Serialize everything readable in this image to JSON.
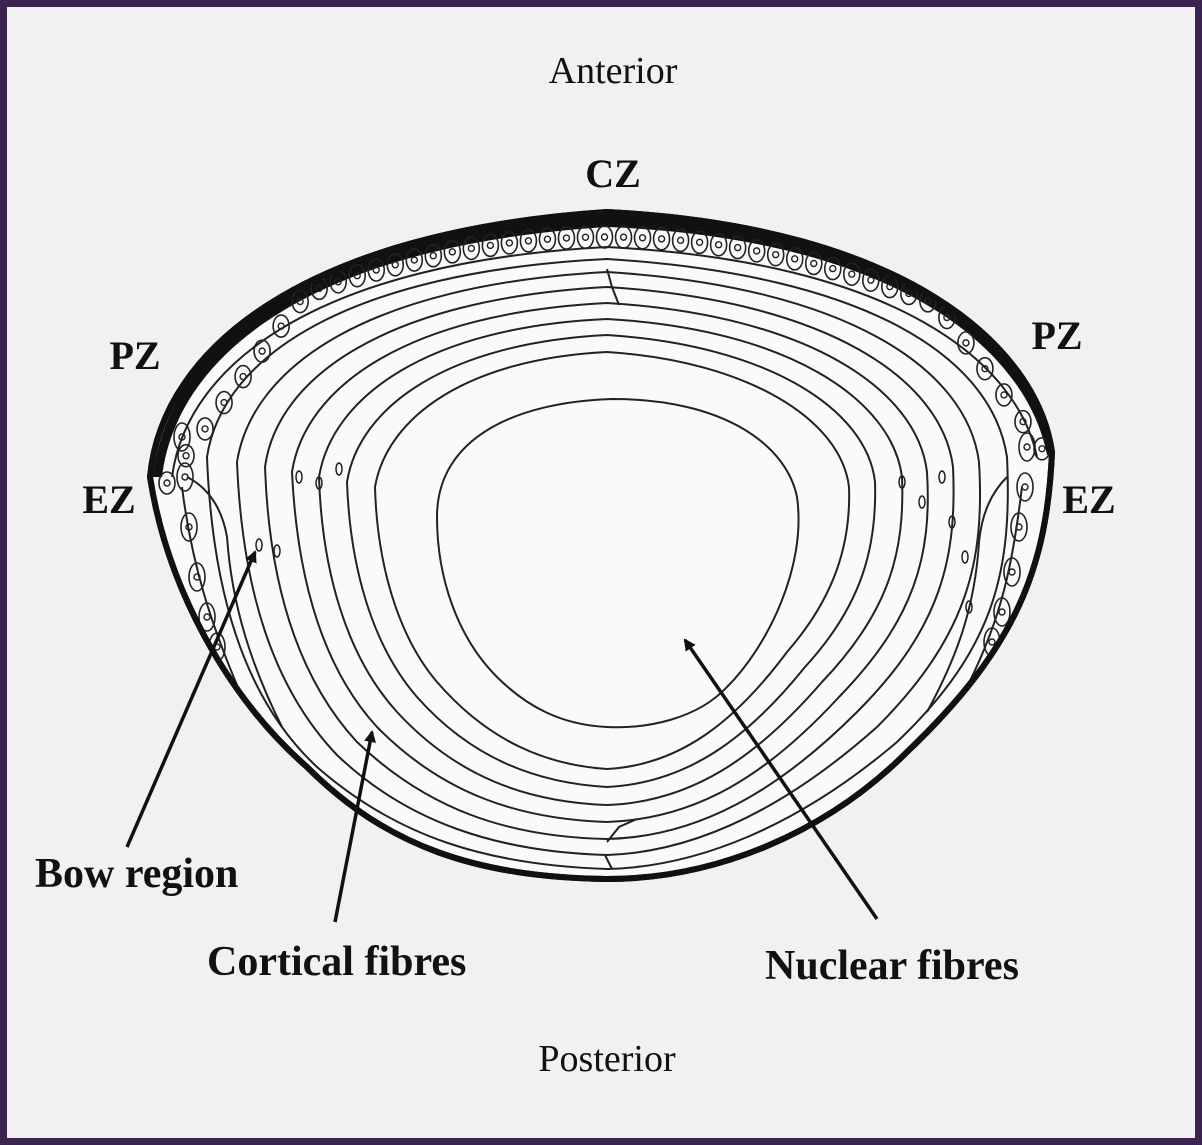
{
  "labels": {
    "anterior": "Anterior",
    "posterior": "Posterior",
    "cz": "CZ",
    "pz_left": "PZ",
    "pz_right": "PZ",
    "ez_left": "EZ",
    "ez_right": "EZ",
    "bow_region": "Bow region",
    "cortical_fibres": "Cortical fibres",
    "nuclear_fibres": "Nuclear fibres"
  },
  "colors": {
    "background": "#f1f1f1",
    "frame": "#3b2550",
    "ink": "#111111"
  }
}
